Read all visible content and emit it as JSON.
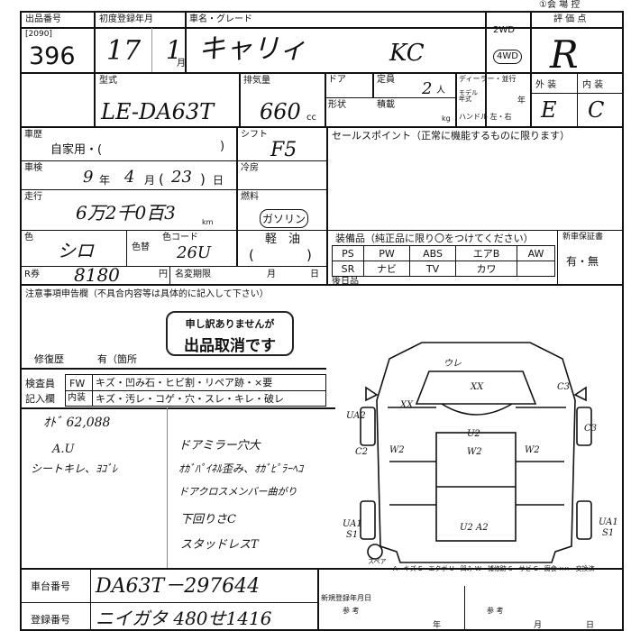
{
  "header": {
    "lot_label": "出品番号",
    "lot_sub": "[2090]",
    "lot_number": "396",
    "first_reg_label": "初度登録年月",
    "first_reg_year": "17",
    "first_reg_month": "1",
    "month_unit": "月",
    "name_label": "車名・グレード",
    "car_name": "キャリィ",
    "grade": "KC",
    "drive_2wd": "2WD",
    "drive_4wd": "4WD",
    "score_label": "評 価 点",
    "score": "R",
    "venue": "①会 場 控"
  },
  "model_row": {
    "model_label": "型式",
    "model": "LE-DA63T",
    "displacement_label": "排気量",
    "displacement": "660",
    "displacement_unit": "cc",
    "door_label": "ドア",
    "capacity_label": "定員",
    "capacity": "2",
    "capacity_unit": "人",
    "dealer_label": "ディーラー・並行",
    "model_year_label": "モデル年式",
    "model_year_unit": "年",
    "shape_label": "形状",
    "load_label": "積載",
    "load_unit": "kg",
    "handle_label": "ハンドル 左・右",
    "exterior_label": "外 装",
    "interior_label": "内 装",
    "exterior_grade": "E",
    "interior_grade": "C"
  },
  "details": {
    "usage_label": "車歴",
    "usage_value": "自家用・(",
    "usage_close": ")",
    "shift_label": "シフト",
    "shift_value": "F5",
    "inspection_label": "車検",
    "inspection_year": "9",
    "inspection_month": "4",
    "inspection_day": "23",
    "year_unit": "年",
    "month_unit": "月",
    "day_open": "(",
    "day_close": ")",
    "day_unit": "日",
    "ac_label": "冷房",
    "mileage_label": "走行",
    "mileage_value": "6万2千0百3",
    "mileage_unit": "km",
    "fuel_label": "燃料",
    "fuel_value": "ガソリン",
    "fuel_diesel": "軽　油",
    "color_label": "色",
    "color_value": "シロ",
    "color_no_label": "色替",
    "color_code_label": "色コード",
    "color_code": "26U",
    "fuel_paren_open": "(",
    "fuel_paren_close": ")",
    "recycle_label": "R券",
    "recycle_value": "8180",
    "yen_unit": "円",
    "transfer_label": "名変期限",
    "transfer_month": "月",
    "transfer_day": "日"
  },
  "selling_points": {
    "title": "セールスポイント（正常に機能するものに限ります）"
  },
  "equipment": {
    "title": "装備品（純正品に限り〇をつけてください）",
    "row1": [
      "PS",
      "PW",
      "ABS",
      "エアB",
      "AW"
    ],
    "row2": [
      "SR",
      "ナビ",
      "TV",
      "カワ",
      ""
    ],
    "warranty_label": "新車保証書",
    "warranty_value": "有・無"
  },
  "later_docs_label": "後日品",
  "notes": {
    "title": "注意事項申告欄（不具合内容等は具体的に記入して下さい）",
    "stamp_line1": "申し訳ありませんが",
    "stamp_line2": "出品取消です",
    "repair_label": "修復歴",
    "repair_value": "有（箇所"
  },
  "inspector": {
    "label1": "検査員",
    "label2": "記入欄",
    "fw_label": "FW",
    "fw_items": "キズ・凹み石・ヒビ割・リペア跡・×要",
    "interior_label": "内装",
    "interior_items": "キズ・汚レ・コゲ・穴・スレ・キレ・破レ"
  },
  "handwritten": {
    "odo": "ｵﾄﾞ 62,088",
    "au": "A.U",
    "seat": "シートキレ、ﾖｺﾞﾚ",
    "left_notes": "",
    "r1": "ドアミラー穴大",
    "r2": "ｵｶﾞﾊﾟｲﾈﾙ歪み、ｵｶﾞﾋﾟﾗｰﾍｺ",
    "r3": "ドアクロスメンバー曲がり",
    "r4": "下回りさC",
    "r5": "スタッドレスT"
  },
  "diagram": {
    "marks": [
      "ウレ",
      "XX",
      "XX",
      "C3",
      "UA2",
      "C2",
      "U2",
      "W2",
      "W2",
      "W2",
      "C3",
      "U2",
      "A2",
      "UA1",
      "S1",
      "UA1",
      "S1"
    ],
    "spare_label": "スペア",
    "legend": "A－キズ E－エクボ U－凹み W－補修跡 S－サビ C－腐食 ××－交換済"
  },
  "footer": {
    "chassis_label": "車台番号",
    "chassis_value": "DA63T－297644",
    "reg_label": "登録番号",
    "reg_value": "ニイガタ 480せ1416",
    "fix_label": "新規登録年月日",
    "ref_label": "参 考",
    "ref_label2": "参 考",
    "rs1": "年",
    "rs2": "月",
    "rs3": "日"
  }
}
